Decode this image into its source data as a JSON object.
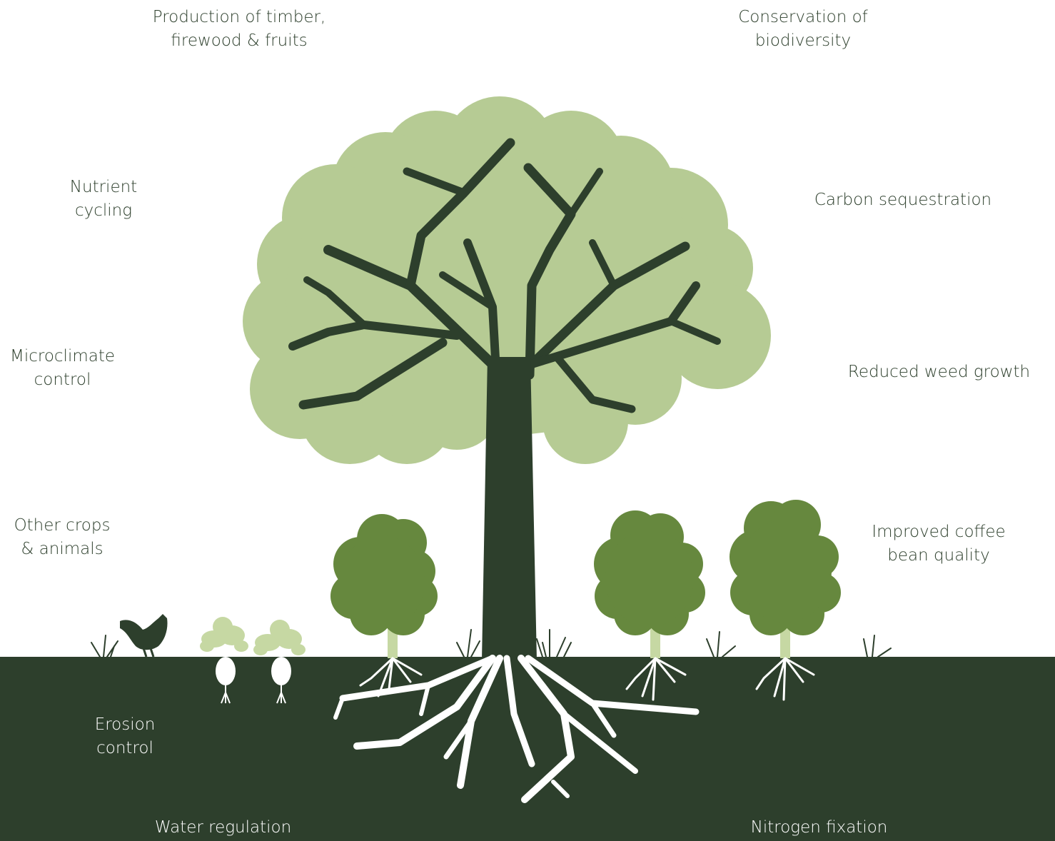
{
  "colors": {
    "soil": "#2d3f2c",
    "canopy": "#b6cb94",
    "trunk": "#2d3f2c",
    "coffee_shrub": "#66883e",
    "seedling": "#c6d8a3",
    "text_dark": "#2d3f2c",
    "text_light": "#ffffff"
  },
  "labels": {
    "timber": [
      "Production of timber,",
      "firewood & fruits"
    ],
    "biodiversity": [
      "Conservation of",
      "biodiversity"
    ],
    "nutrient": [
      "Nutrient",
      "cycling"
    ],
    "carbon": [
      "Carbon sequestration"
    ],
    "microclimate": [
      "Microclimate",
      "control"
    ],
    "weed": [
      "Reduced weed growth"
    ],
    "crops": [
      "Other crops",
      "& animals"
    ],
    "coffee": [
      "Improved coffee",
      "bean quality"
    ],
    "erosion": [
      "Erosion",
      "control"
    ],
    "water": [
      "Water regulation"
    ],
    "nitrogen": [
      "Nitrogen fixation"
    ]
  },
  "icons": [
    "shade-tree",
    "coffee-shrub",
    "chicken-icon",
    "root-vegetable-icon",
    "grass-tuft-icon"
  ]
}
